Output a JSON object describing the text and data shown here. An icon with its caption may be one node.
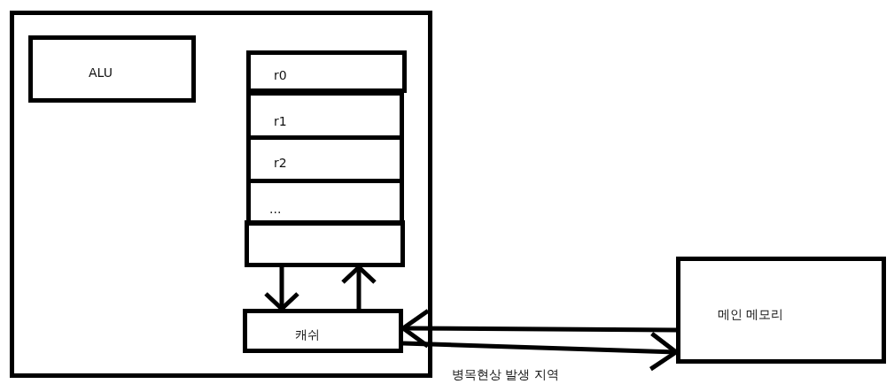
{
  "diagram": {
    "nodes": [
      {
        "text": [],
        "shape": "box"
      },
      {
        "text": [
          "ALU"
        ],
        "in": 0
      },
      {
        "text": [
          "r0"
        ],
        "in": 0
      },
      {
        "text": [
          "r1"
        ],
        "in": 0
      },
      {
        "text": [
          "r2"
        ],
        "in": 0
      },
      {
        "text": [
          "..."
        ],
        "in": 0
      },
      {
        "text": [],
        "shape": "box",
        "in": 0
      },
      {
        "text": [
          "캐쉬"
        ],
        "in": 0
      },
      {
        "text": [
          "메인 메모리"
        ]
      }
    ],
    "edges": [
      {
        "from": 6,
        "to": 7,
        "arrow": "to"
      },
      {
        "from": 7,
        "to": 6,
        "arrow": "to"
      },
      {
        "from": 8,
        "to": 7,
        "arrow": "to"
      },
      {
        "from": 7,
        "to": 8,
        "arrow": "to"
      }
    ],
    "labels": [
      "병목현상 발생 지역"
    ]
  }
}
